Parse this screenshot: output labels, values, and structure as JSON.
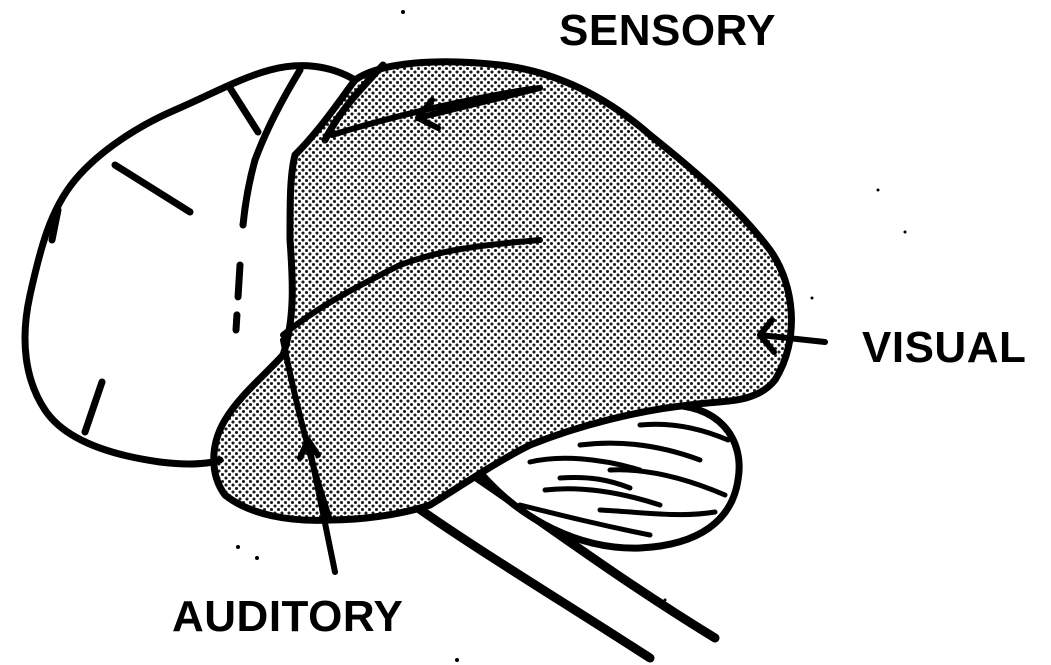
{
  "labels": {
    "sensory": "SENSORY",
    "visual": "VISUAL",
    "auditory": "AUDITORY"
  },
  "colors": {
    "ink": "#000000",
    "paper": "#ffffff",
    "stipple": "#1a1a1a"
  }
}
